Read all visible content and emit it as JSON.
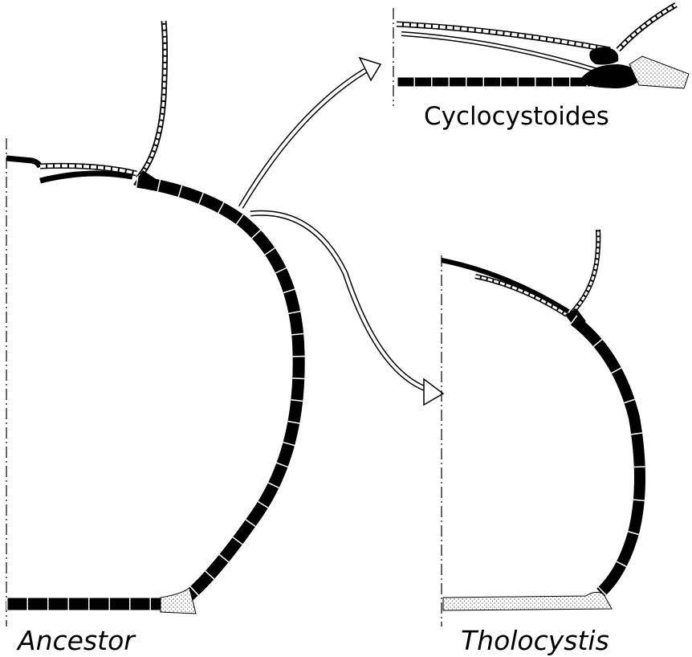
{
  "labels": {
    "cyclocystoides": "Cyclocystoides",
    "ancestor": "Ancestor",
    "tholocystis": "Tholocystis"
  },
  "colors": {
    "ink": "#000000",
    "paper": "#ffffff",
    "stipple": "#666666"
  }
}
